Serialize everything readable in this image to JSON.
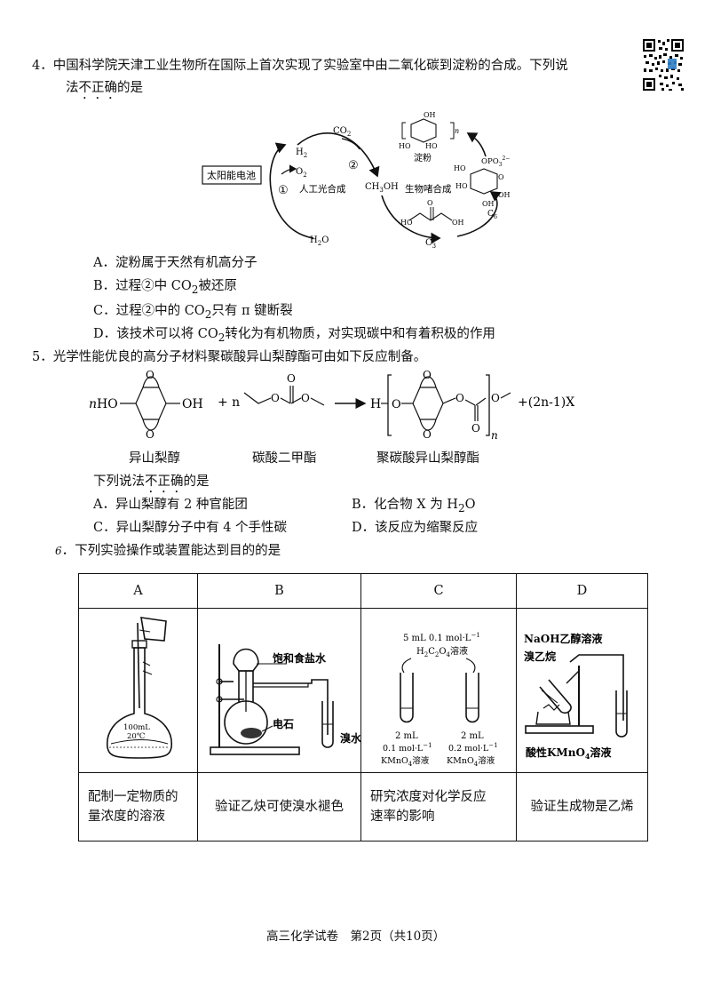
{
  "q4": {
    "stem": "4．中国科学院天津工业生物所在国际上首次实现了实验室中由二氧化碳到淀粉的合成。下列说",
    "stem2_pre": "法",
    "stem2_dot": "不正确",
    "stem2_post": "的是",
    "diagram": {
      "battery": "太阳能电池",
      "h2": "H",
      "h2_sub": "2",
      "o2": "O",
      "o2_sub": "2",
      "co2": "CO",
      "co2_sub": "2",
      "circle1": "①",
      "circle2": "②",
      "art_photo": "人工光合成",
      "ch3oh": "CH",
      "ch3oh_sub": "3",
      "ch3oh_end": "OH",
      "h2o": "H",
      "h2o_sub": "2",
      "h2o_end": "O",
      "bio": "生物啫合成",
      "starch": "淀粉",
      "c3": "C",
      "c3_sub": "3",
      "c6": "C",
      "c6_sub": "6",
      "opo3": "OPO",
      "opo3_sup": "2−",
      "opo3_sub": "3",
      "oh": "OH",
      "ho": "HO",
      "ring_o": "O",
      "n": "n"
    },
    "options": {
      "A": "A．淀粉属于天然有机高分子",
      "B_pre": "B．过程②中 CO",
      "B_sub": "2",
      "B_post": "被还原",
      "C_pre": "C．过程②中的 CO",
      "C_sub": "2",
      "C_post": "只有 π 键断裂",
      "D_pre": "D．该技术可以将 CO",
      "D_sub": "2",
      "D_post": "转化为有机物质，对实现碳中和有着积极的作用"
    }
  },
  "q5": {
    "stem": "5．光学性能优良的高分子材料聚碳酸异山梨醇酯可由如下反应制备。",
    "eq": {
      "nHO_n": "n",
      "nHO": "HO",
      "OH": "OH",
      "plus_n": "+ n",
      "H": "H",
      "O": "O",
      "n_sub": "n",
      "byproduct": "+(2n-1)X"
    },
    "names": [
      "异山梨醇",
      "碳酸二甲酯",
      "聚碳酸异山梨醇酯"
    ],
    "sub_stem_pre": "下列说法",
    "sub_stem_dot": "不正确",
    "sub_stem_post": "的是",
    "options": {
      "A": "A．异山梨醇有 2 种官能团",
      "B_pre": "B．化合物 X 为 H",
      "B_sub": "2",
      "B_post": "O",
      "C": "C．异山梨醇分子中有 4 个手性碳",
      "D": "D．该反应为缩聚反应"
    }
  },
  "q6": {
    "num": "6",
    "stem": "．下列实验操作或装置能达到目的的是",
    "headers": [
      "A",
      "B",
      "C",
      "D"
    ],
    "captions": {
      "A1": "配制一定物质的",
      "A2": "量浓度的溶液",
      "B": "验证乙炔可使溴水褪色",
      "C1": "研究浓度对化学反应",
      "C2": "速率的影响",
      "D": "验证生成物是乙烯"
    },
    "labels": {
      "flask_vol": "100mL",
      "flask_temp": "20℃",
      "brine": "饱和食盐水",
      "carbide": "电石",
      "bromine": "溴水",
      "c_top1": "5 mL 0.1 mol·L",
      "c_top_sup": "−1",
      "c_top2": "H",
      "c_top2_a": "2",
      "c_top2_b": "C",
      "c_top2_c": "2",
      "c_top2_d": "O",
      "c_top2_e": "4",
      "c_top2_f": "溶液",
      "c_l1": "2 mL",
      "c_l2": "0.1 mol·L",
      "c_l3": "KMnO",
      "c_l3_sub": "4",
      "c_l3_end": "溶液",
      "c_r1": "2 mL",
      "c_r2": "0.2 mol·L",
      "c_r3": "KMnO",
      "c_r3_sub": "4",
      "c_r3_end": "溶液",
      "naoh": "NaOH乙醇溶液",
      "bromoethane": "溴乙烷",
      "kmno4_pre": "酸性KMnO",
      "kmno4_sub": "4",
      "kmno4_end": "溶液"
    }
  },
  "footer": "高三化学试卷　第2页（共10页）"
}
